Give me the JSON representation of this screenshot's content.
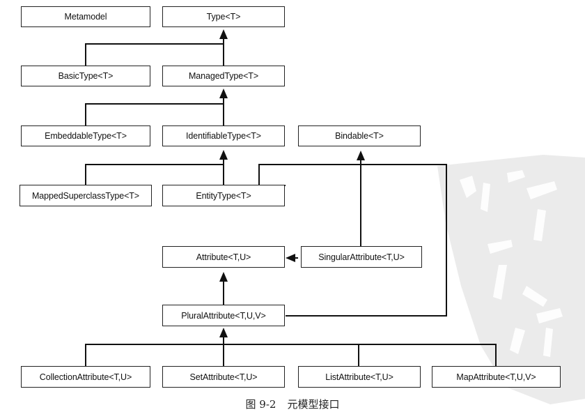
{
  "diagram": {
    "boxes": {
      "metamodel": "Metamodel",
      "type": "Type<T>",
      "basic_type": "BasicType<T>",
      "managed_type": "ManagedType<T>",
      "embeddable_type": "EmbeddableType<T>",
      "identifiable_type": "IdentifiableType<T>",
      "bindable": "Bindable<T>",
      "mapped_superclass_type": "MappedSuperclassType<T>",
      "entity_type": "EntityType<T>",
      "attribute": "Attribute<T,U>",
      "singular_attribute": "SingularAttribute<T,U>",
      "plural_attribute": "PluralAttribute<T,U,V>",
      "collection_attribute": "CollectionAttribute<T,U>",
      "set_attribute": "SetAttribute<T,U>",
      "list_attribute": "ListAttribute<T,U>",
      "map_attribute": "MapAttribute<T,U,V>"
    },
    "caption": {
      "figure_number": "图 9-2",
      "title": "元模型接口"
    }
  }
}
